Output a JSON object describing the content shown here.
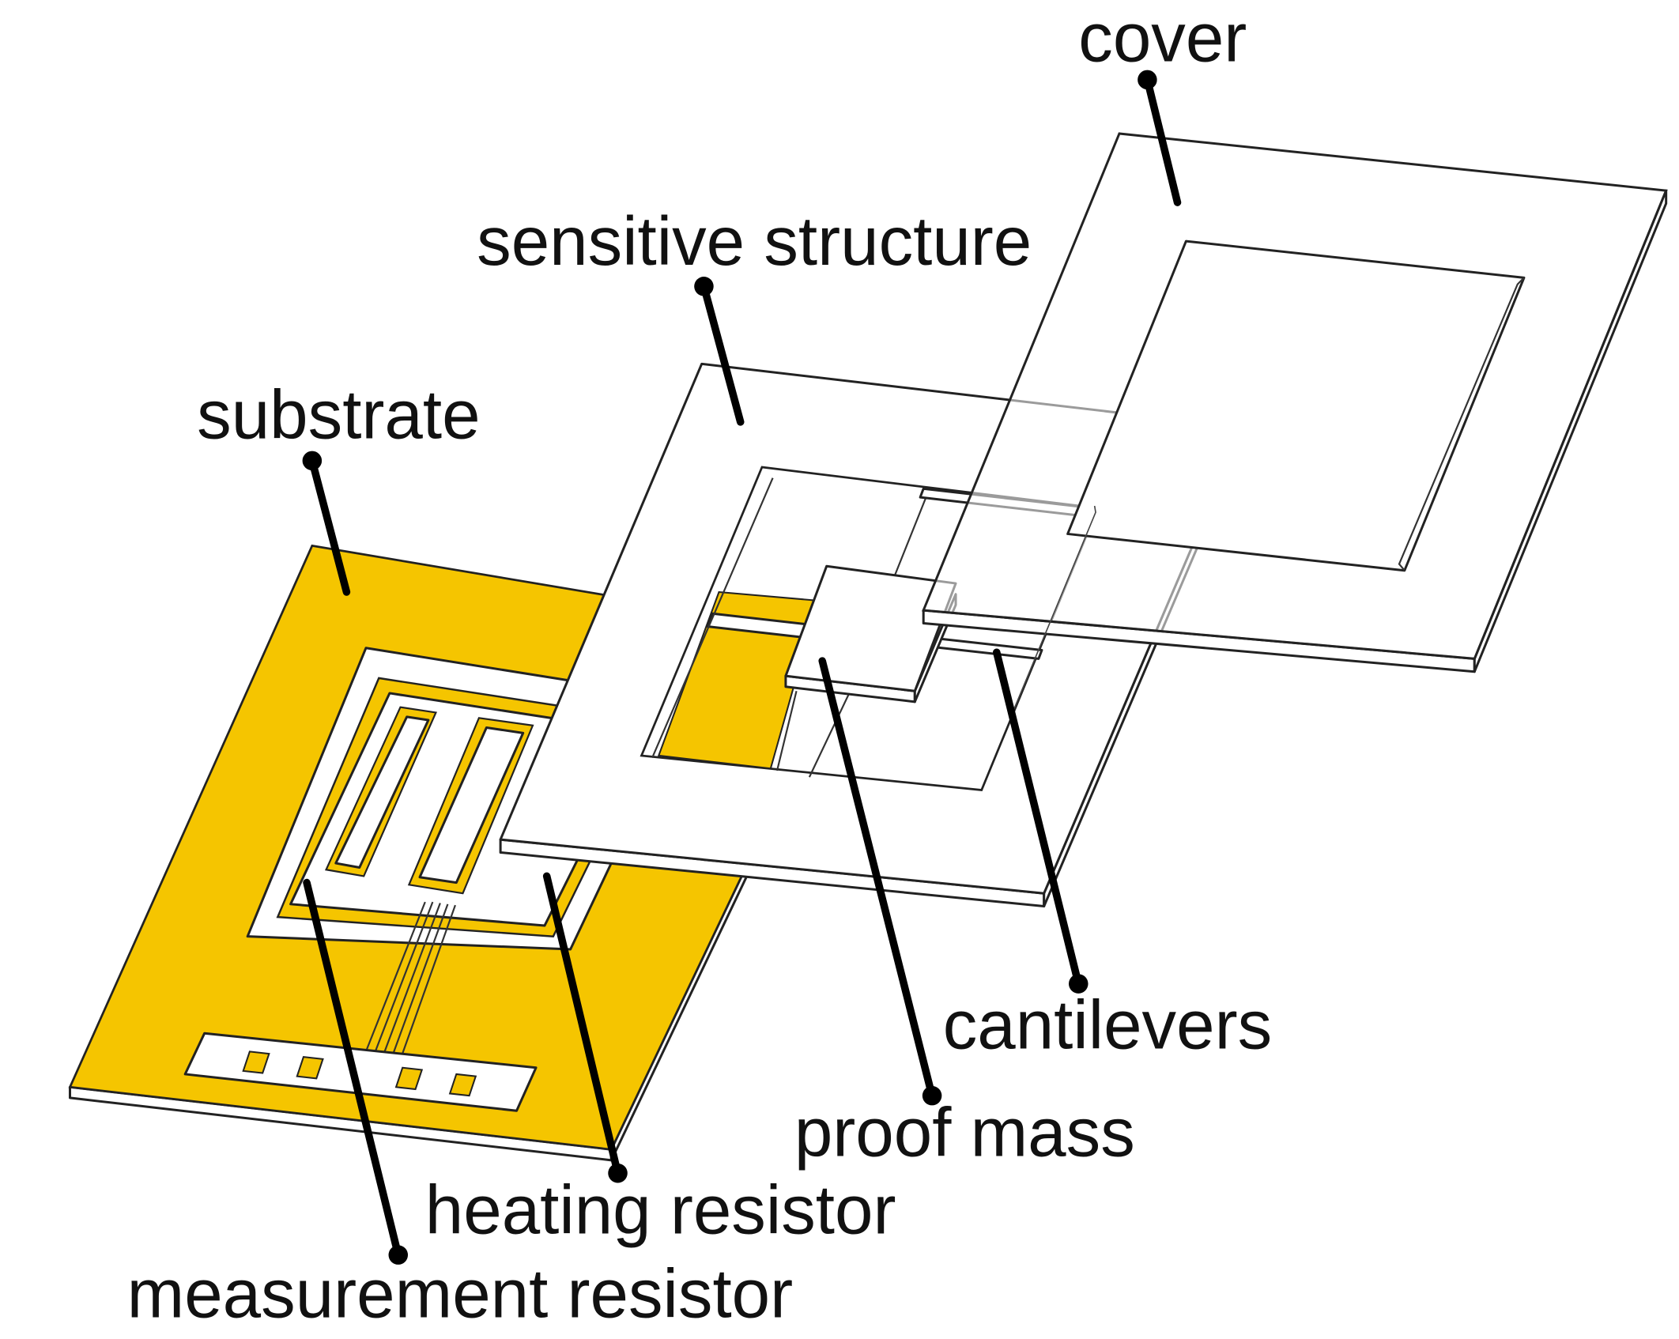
{
  "labels": {
    "cover": "cover",
    "sensitive_structure": "sensitive structure",
    "substrate": "substrate",
    "cantilevers": "cantilevers",
    "proof_mass": "proof mass",
    "heating_resistor": "heating resistor",
    "measurement_resistor": "measurement resistor"
  },
  "colors": {
    "substrate": "#f5c500",
    "outline": "#222222",
    "leader": "#000000",
    "background": "#ffffff"
  }
}
